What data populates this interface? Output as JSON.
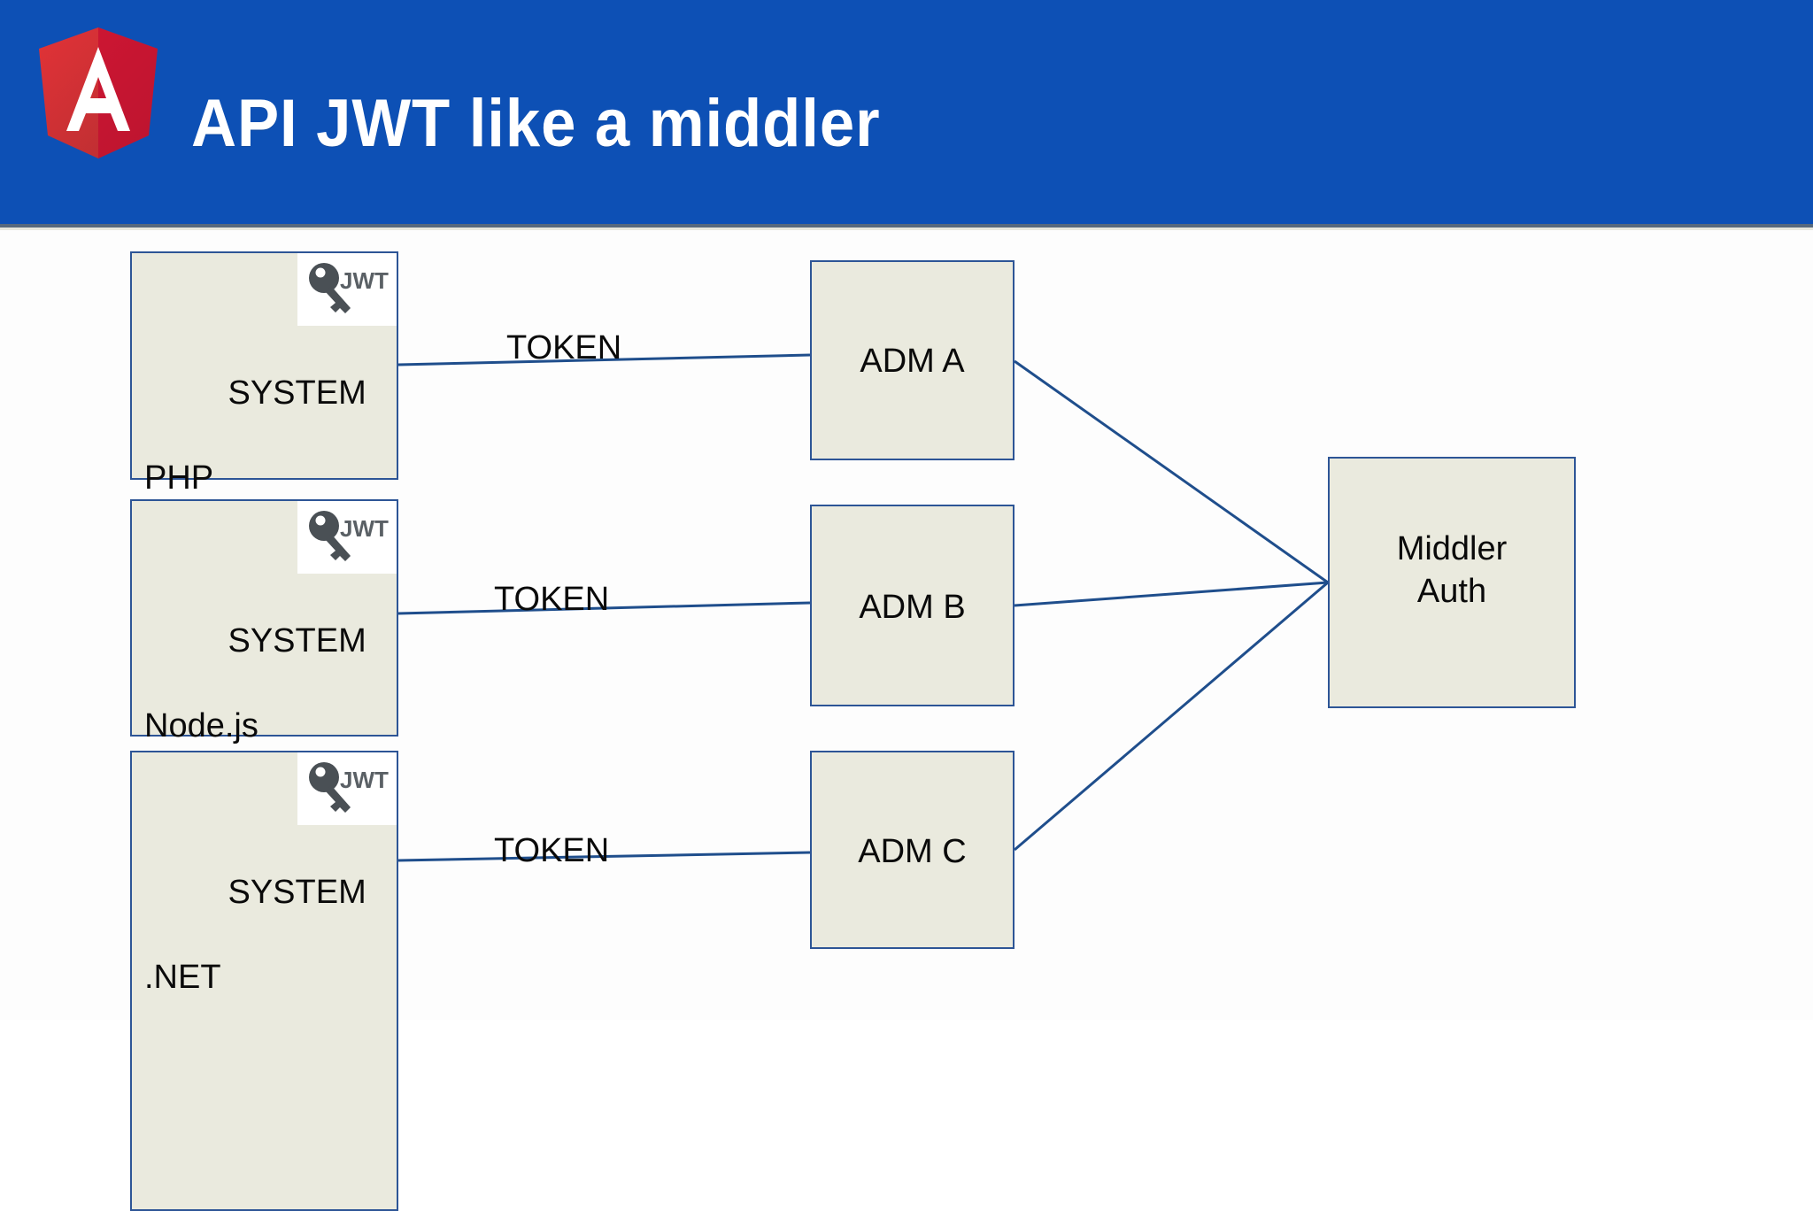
{
  "header": {
    "title": "API JWT like a middler",
    "logo_icon": "angular-shield-logo",
    "background_color": "#0d50b5",
    "title_color": "#ffffff",
    "logo_color": "#dd0031"
  },
  "diagram": {
    "type": "flow-diagram",
    "node_fill": "#eaeade",
    "node_border": "#2d5596",
    "link_color": "#1f4e8c",
    "systems": [
      {
        "name": "system-php",
        "line1": "SYSTEM",
        "line2": "PHP",
        "badge_icon": "jwt-key-icon",
        "badge_text": "JWT"
      },
      {
        "name": "system-nodejs",
        "line1": "SYSTEM",
        "line2": "Node.js",
        "badge_icon": "jwt-key-icon",
        "badge_text": "JWT"
      },
      {
        "name": "system-dotnet",
        "line1": "SYSTEM",
        "line2": ".NET",
        "badge_icon": "jwt-key-icon",
        "badge_text": "JWT"
      }
    ],
    "admins": [
      {
        "name": "adm-a",
        "label": "ADM A"
      },
      {
        "name": "adm-b",
        "label": "ADM B"
      },
      {
        "name": "adm-c",
        "label": "ADM C"
      }
    ],
    "middler": {
      "name": "middler-auth",
      "line1": "Middler",
      "line2": "Auth"
    },
    "edge_labels": [
      {
        "name": "token-label-1",
        "text": "TOKEN"
      },
      {
        "name": "token-label-2",
        "text": "TOKEN"
      },
      {
        "name": "token-label-3",
        "text": "TOKEN"
      }
    ]
  }
}
